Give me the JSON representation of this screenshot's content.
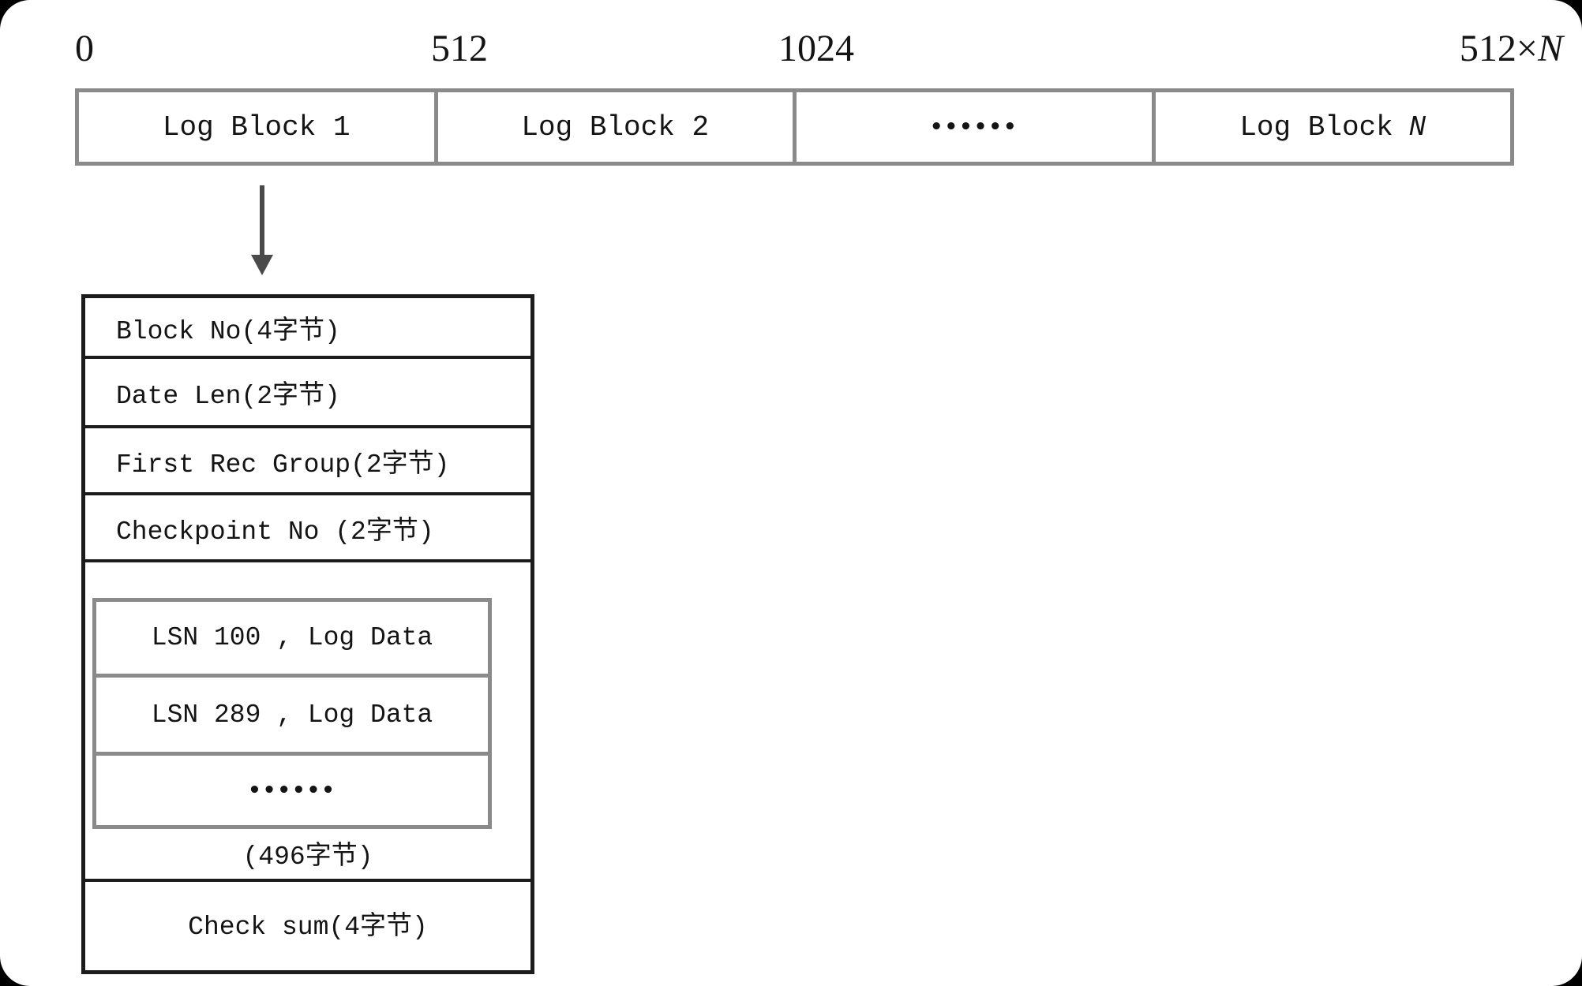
{
  "ruler": {
    "labels": [
      {
        "text": "0"
      },
      {
        "text": "512"
      },
      {
        "text": "1024"
      },
      {
        "text": "512×",
        "suffix": "N"
      }
    ]
  },
  "top_bar": {
    "blocks": [
      {
        "label": "Log Block 1"
      },
      {
        "label": "Log Block 2"
      },
      {
        "label": "••••••"
      },
      {
        "label": "Log Block",
        "suffix": "N"
      }
    ]
  },
  "detail_box": {
    "rows": [
      {
        "label": "Block No(4字节)"
      },
      {
        "label": "Date Len(2字节)"
      },
      {
        "label": "First Rec Group(2字节)"
      },
      {
        "label": "Checkpoint No (2字节)"
      }
    ],
    "log_body": {
      "entries": [
        {
          "label": "LSN 100 , Log Data"
        },
        {
          "label": "LSN 289 , Log Data"
        },
        {
          "label": "••••••"
        }
      ],
      "caption": "(496字节)"
    },
    "checksum": {
      "label": "Check sum(4字节)"
    }
  },
  "colors": {
    "strip_border": "#8a8a8a",
    "detail_border": "#1c1c1c",
    "inner_border": "#8a8a8a",
    "arrow": "#4a4a4a",
    "text": "#141414",
    "page_bg": "#ffffff",
    "outside_bg": "#000000"
  }
}
